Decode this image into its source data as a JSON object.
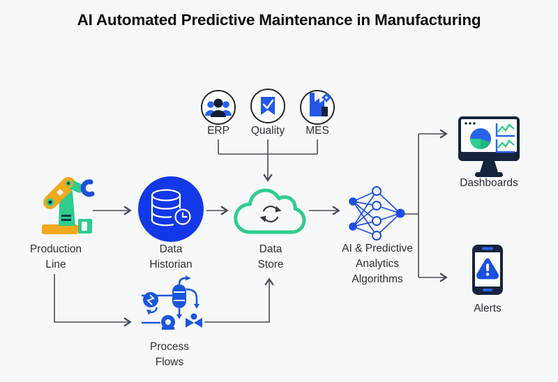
{
  "title": "AI Automated Predictive Maintenance in Manufacturing",
  "sources": {
    "erp": {
      "label": "ERP",
      "icon": "people-group-icon"
    },
    "quality": {
      "label": "Quality",
      "icon": "bookmark-check-icon"
    },
    "mes": {
      "label": "MES",
      "icon": "factory-gear-icon"
    }
  },
  "nodes": {
    "production_line": {
      "line1": "Production",
      "line2": "Line",
      "icon": "robot-arm-icon"
    },
    "data_historian": {
      "line1": "Data",
      "line2": "Historian",
      "icon": "database-clock-icon"
    },
    "data_store": {
      "line1": "Data",
      "line2": "Store",
      "icon": "cloud-sync-icon"
    },
    "ai_analytics": {
      "line1": "AI & Predictive",
      "line2": "Analytics",
      "line3": "Algorithms",
      "icon": "neural-network-icon"
    },
    "dashboards": {
      "label": "Dashboards",
      "icon": "monitor-charts-icon"
    },
    "alerts": {
      "label": "Alerts",
      "icon": "phone-alert-icon"
    },
    "process_flows": {
      "line1": "Process",
      "line2": "Flows",
      "icon": "piping-diagram-icon"
    }
  },
  "colors": {
    "background": "#f7f8fa",
    "accent_blue": "#1238e8",
    "icon_blue": "#2158e8",
    "green": "#2ecc8f",
    "yellow": "#f2a91c",
    "navy": "#16233c",
    "arrow_gray": "#454c59"
  }
}
